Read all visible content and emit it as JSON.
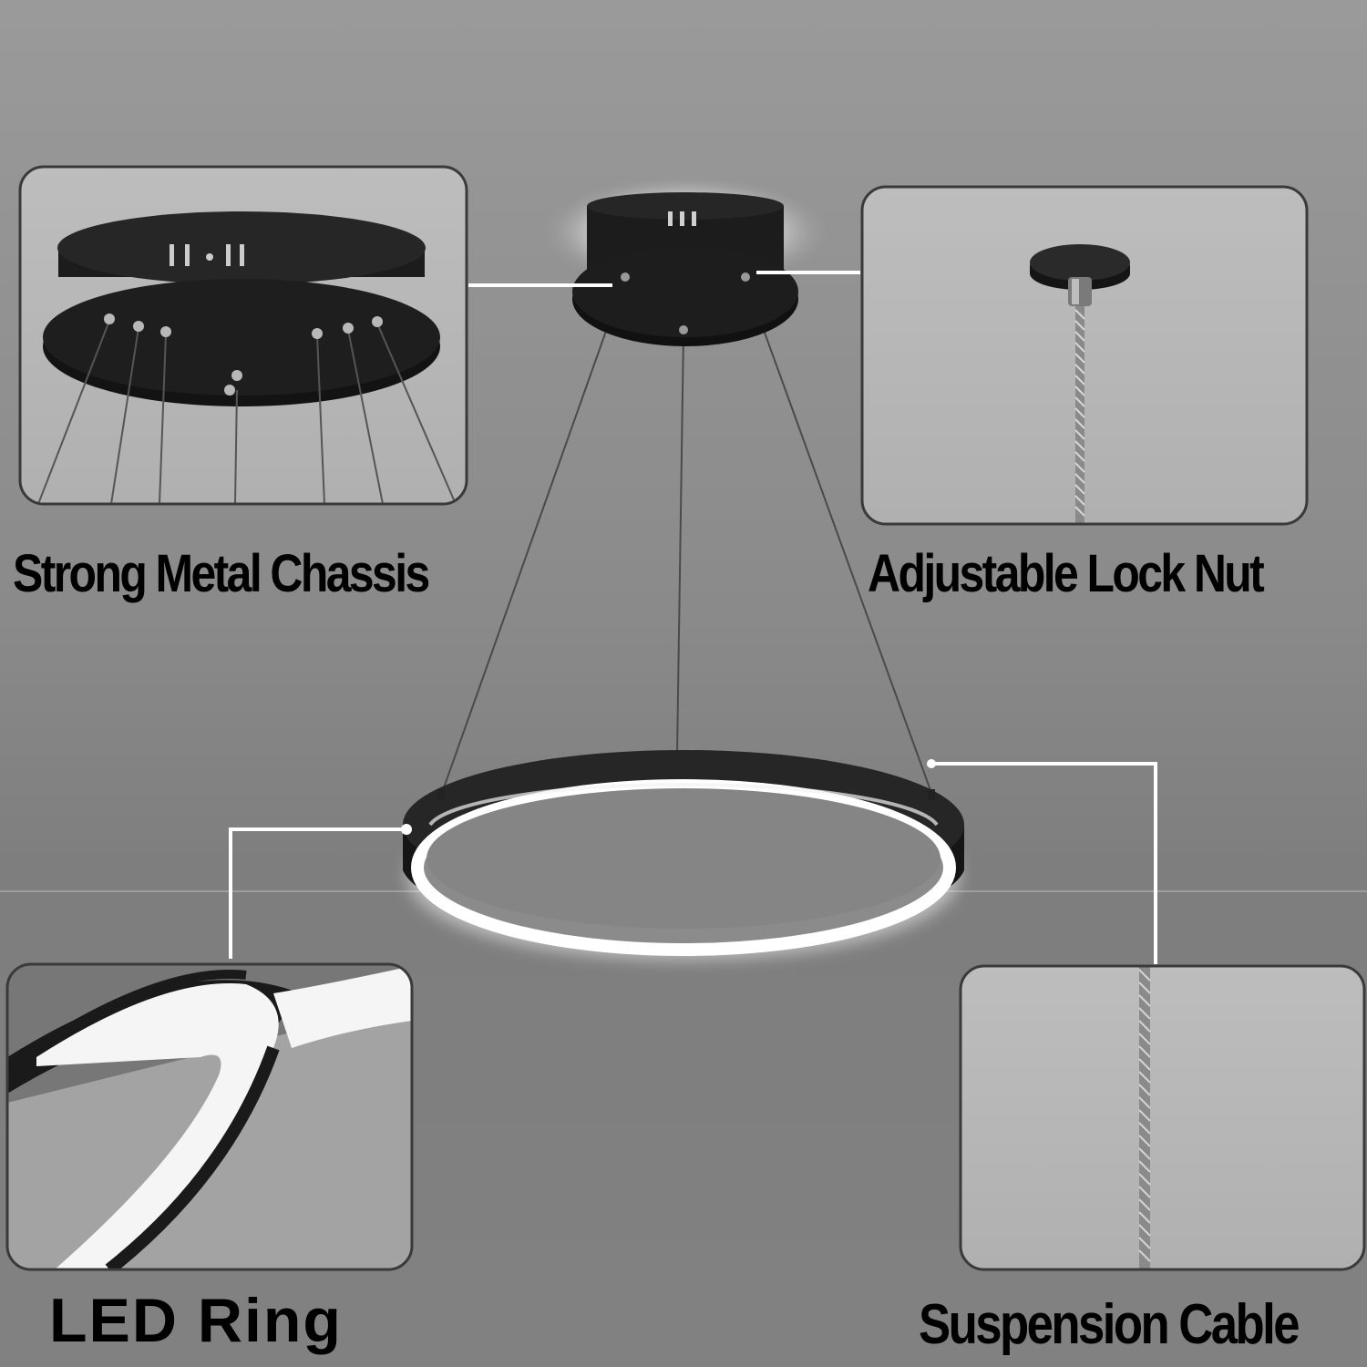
{
  "labels": {
    "chassis": "Strong Metal Chassis",
    "lock_nut": "Adjustable Lock Nut",
    "led_ring": "LED Ring",
    "suspension_cable": "Suspension Cable"
  },
  "colors": {
    "background": "#8c8c8c",
    "fixture_black": "#1a1a1a",
    "led_glow": "#ffffff",
    "callout_line": "#ffffff",
    "inset_border": "#3a3a3a",
    "label_text": "#000000"
  }
}
